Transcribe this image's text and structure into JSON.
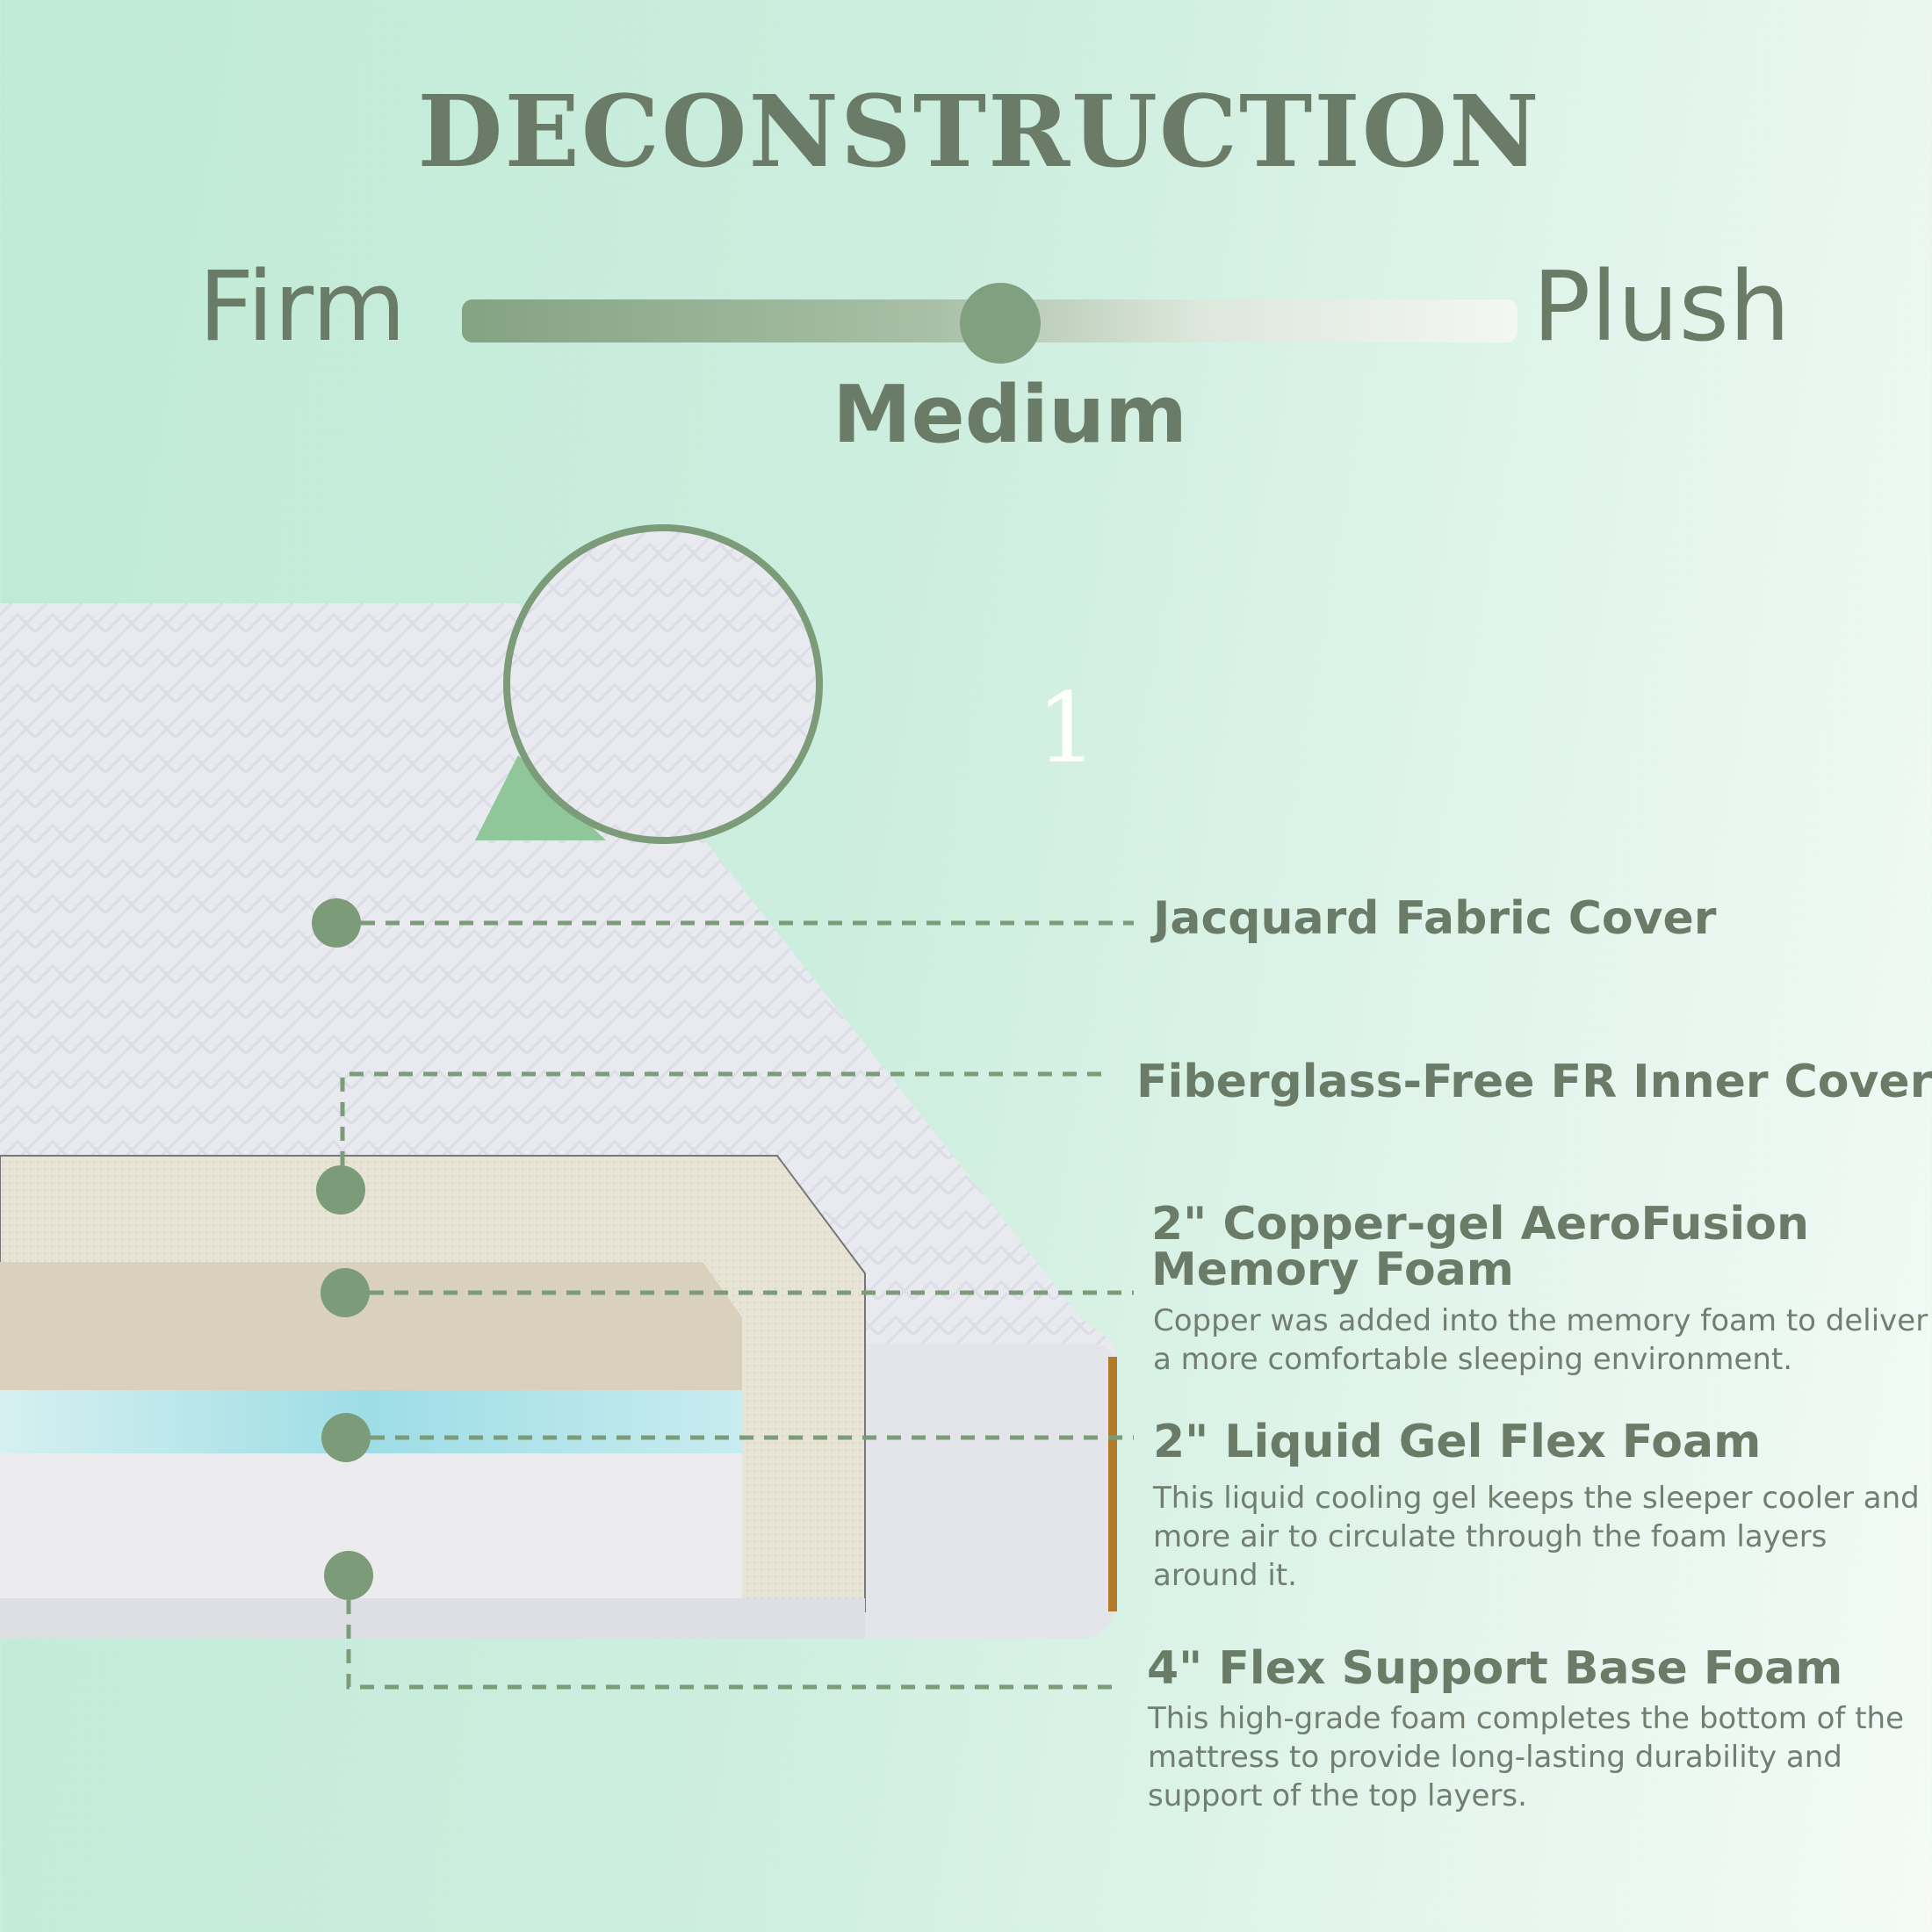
{
  "title": "DECONSTRUCTION",
  "firmness": {
    "left_label": "Firm",
    "right_label": "Plush",
    "selected_label": "Medium",
    "level_percent": 51
  },
  "marker_number": "1",
  "colors": {
    "accent": "#80a07f",
    "text": "#6a7b67",
    "background": "#c5ecd9"
  },
  "layers": [
    {
      "name": "Jacquard Fabric Cover"
    },
    {
      "name": "Fiberglass-Free FR Inner Cover"
    },
    {
      "name_line1": "2\" Copper-gel AeroFusion",
      "name_line2": "Memory Foam",
      "desc_line1": "Copper was added into the memory foam to deliver",
      "desc_line2": "a more comfortable sleeping environment."
    },
    {
      "name": "2\" Liquid Gel Flex Foam",
      "desc_line1": "This liquid cooling gel keeps the sleeper cooler and",
      "desc_line2": "more air to circulate through the foam layers",
      "desc_line3": "around it."
    },
    {
      "name": "4\" Flex Support Base Foam",
      "desc_line1": "This high-grade foam completes the bottom of the",
      "desc_line2": "mattress to provide long-lasting durability and",
      "desc_line3": "support of the top layers."
    }
  ]
}
